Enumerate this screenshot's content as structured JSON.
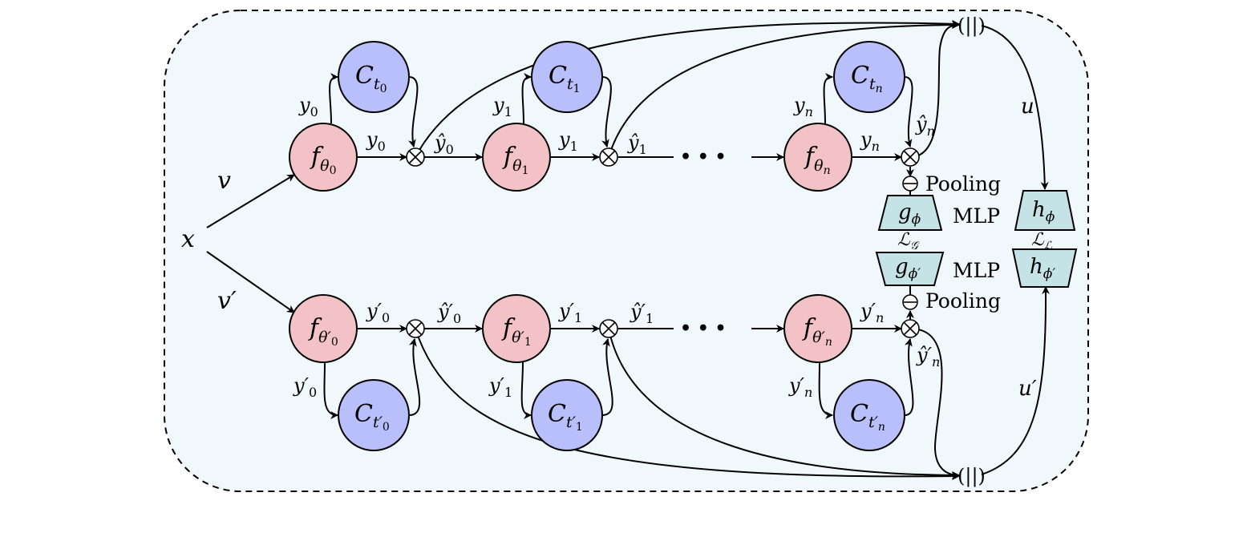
{
  "input": {
    "x": "x",
    "v": "v",
    "v_prime": "v′"
  },
  "top": {
    "f0": {
      "base": "f",
      "sub": "θ",
      "subsub": "0"
    },
    "f1": {
      "base": "f",
      "sub": "θ",
      "subsub": "1"
    },
    "fn": {
      "base": "f",
      "sub": "θ",
      "subsub": "n"
    },
    "c0": {
      "base": "C",
      "sub": "t",
      "subsub": "0"
    },
    "c1": {
      "base": "C",
      "sub": "t",
      "subsub": "1"
    },
    "cn": {
      "base": "C",
      "sub": "t",
      "subsub": "n"
    },
    "y0_up": {
      "base": "y",
      "sub": "0"
    },
    "y0_right": {
      "base": "y",
      "sub": "0"
    },
    "yhat0": {
      "base": "ŷ",
      "sub": "0"
    },
    "y1_up": {
      "base": "y",
      "sub": "1"
    },
    "y1_right": {
      "base": "y",
      "sub": "1"
    },
    "yhat1": {
      "base": "ŷ",
      "sub": "1"
    },
    "yn_up": {
      "base": "y",
      "sub": "n"
    },
    "yn_right": {
      "base": "y",
      "sub": "n"
    },
    "yhatn": {
      "base": "ŷ",
      "sub": "n"
    }
  },
  "bottom": {
    "f0": {
      "base": "f",
      "sub": "θ′",
      "subsub": "0"
    },
    "f1": {
      "base": "f",
      "sub": "θ′",
      "subsub": "1"
    },
    "fn": {
      "base": "f",
      "sub": "θ′",
      "subsub": "n"
    },
    "c0": {
      "base": "C",
      "sub": "t′",
      "subsub": "0"
    },
    "c1": {
      "base": "C",
      "sub": "t′",
      "subsub": "1"
    },
    "cn": {
      "base": "C",
      "sub": "t′",
      "subsub": "n"
    },
    "y0_down": {
      "base": "y′",
      "sub": "0"
    },
    "y0_right": {
      "base": "y′",
      "sub": "0"
    },
    "yhat0": {
      "base": "ŷ′",
      "sub": "0"
    },
    "y1_down": {
      "base": "y′",
      "sub": "1"
    },
    "y1_right": {
      "base": "y′",
      "sub": "1"
    },
    "yhat1": {
      "base": "ŷ′",
      "sub": "1"
    },
    "yn_down": {
      "base": "y′",
      "sub": "n"
    },
    "yn_right": {
      "base": "y′",
      "sub": "n"
    },
    "yhatn": {
      "base": "ŷ′",
      "sub": "n"
    }
  },
  "ellipsis": "• • •",
  "pooling_label": "Pooling",
  "mlp_label": "MLP",
  "concat_symbol": "(||)",
  "g_phi": {
    "base": "g",
    "sub": "ϕ"
  },
  "g_phi_prime": {
    "base": "g",
    "sub": "ϕ′"
  },
  "h_phi": {
    "base": "h",
    "sub": "ϕ"
  },
  "h_phi_prime": {
    "base": "h",
    "sub": "ϕ′"
  },
  "loss_g": {
    "base": "ℒ",
    "sub": "𝒢"
  },
  "loss_l": {
    "base": "ℒ",
    "sub": "ℒ"
  },
  "u": "u",
  "u_prime": "u′",
  "colors": {
    "background_panel": "#f1f8fb",
    "f_node": "#f2c2c6",
    "c_node": "#b8bffb",
    "mlp_block": "#c5e3e6"
  }
}
